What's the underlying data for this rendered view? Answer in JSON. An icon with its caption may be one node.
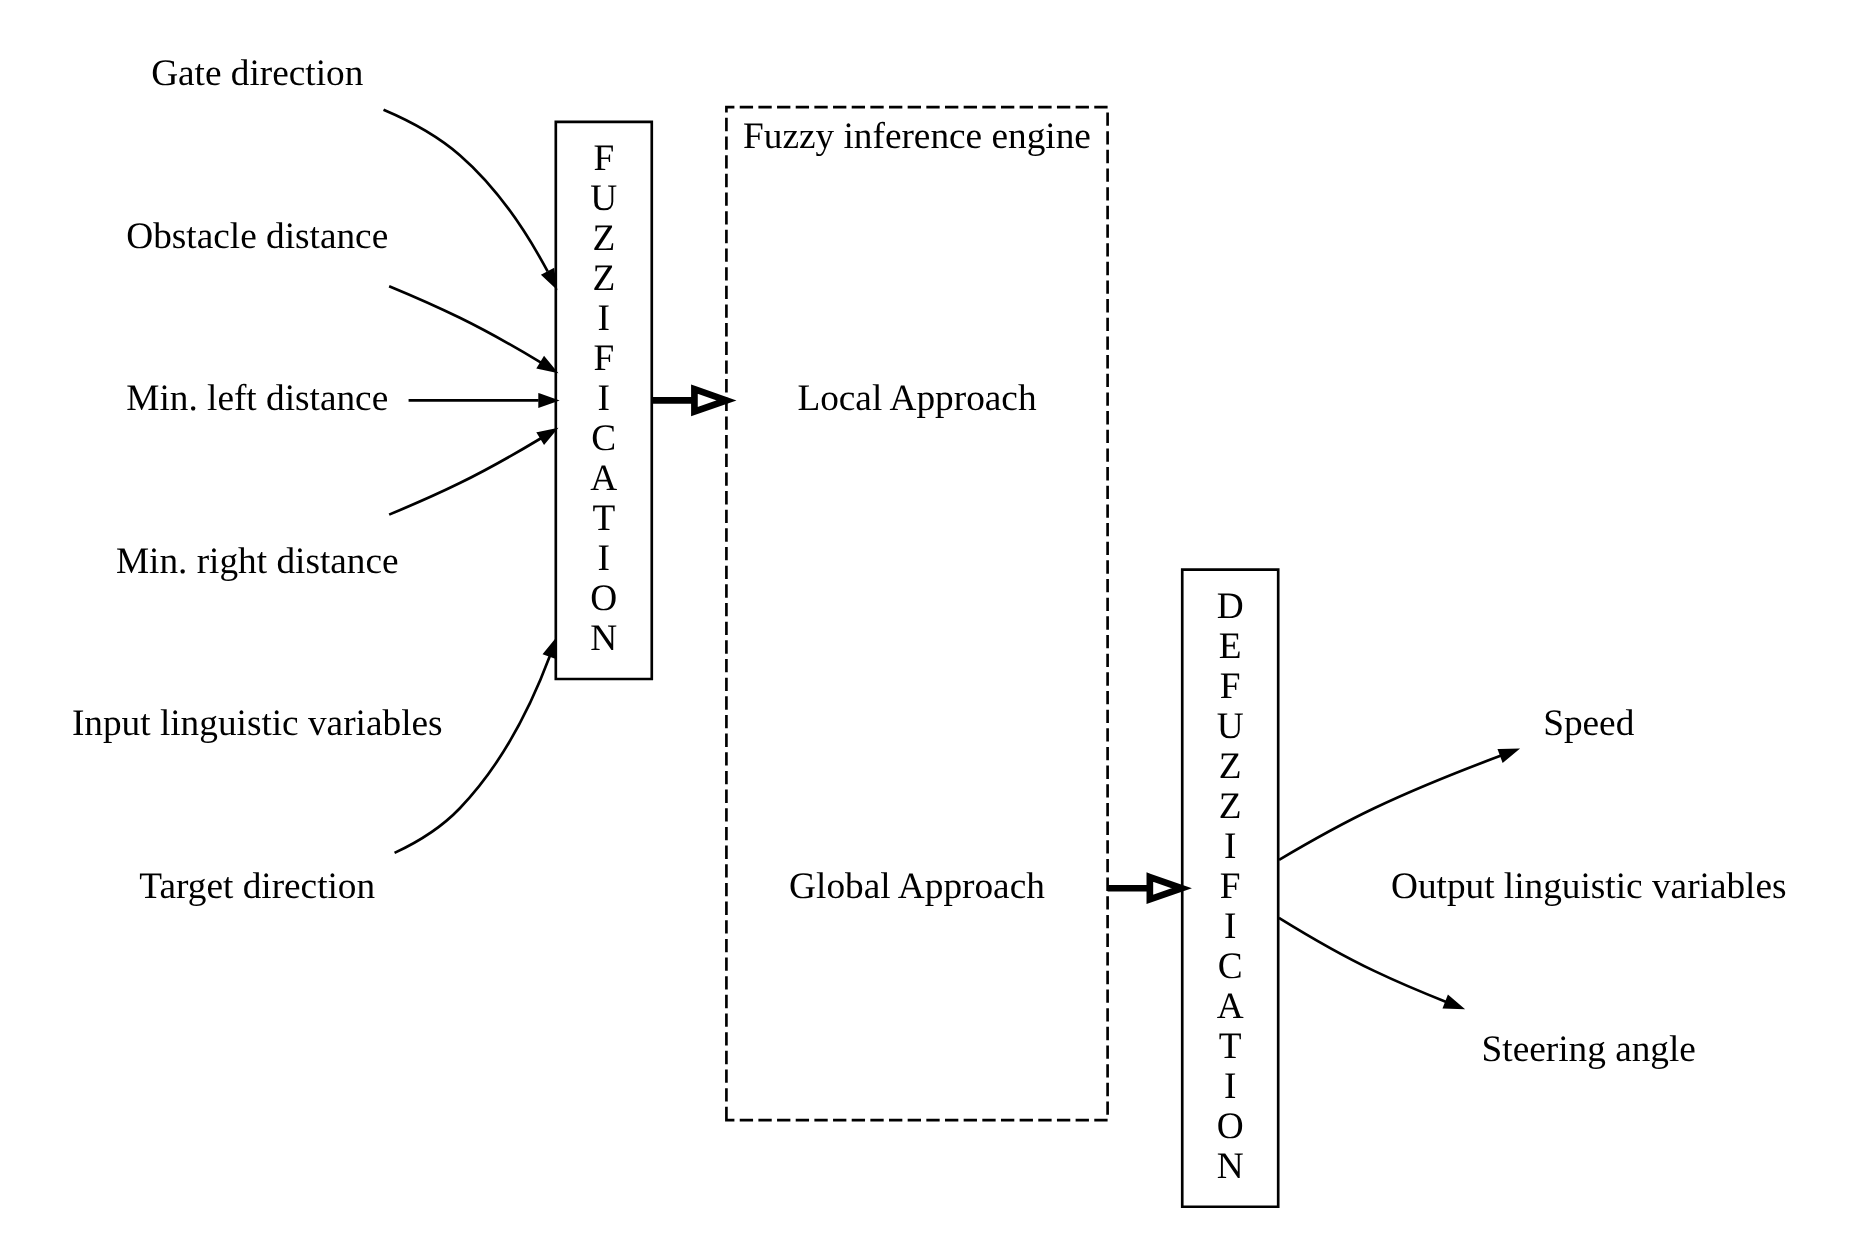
{
  "diagram": {
    "nodes": [
      {
        "text": [
          "Target direction"
        ]
      },
      {
        "text": [
          "Gate direction"
        ]
      },
      {
        "text": [
          "Obstacle distance"
        ]
      },
      {
        "text": [
          "Min. left distance"
        ]
      },
      {
        "text": [
          "Min. right distance"
        ]
      },
      {
        "text": [
          "FUZZIFICATION"
        ]
      },
      {
        "text": [
          "Fuzzy inference engine"
        ]
      },
      {
        "text": [
          "Local Approach"
        ],
        "in": 6
      },
      {
        "text": [
          "Global Approach"
        ],
        "in": 6
      },
      {
        "text": [
          "DEFUZZIFICATION"
        ]
      },
      {
        "text": [
          "Steering angle"
        ]
      },
      {
        "text": [
          "Speed"
        ]
      }
    ],
    "edges": [
      {
        "from": 0,
        "to": 5,
        "arrow": "to"
      },
      {
        "from": 1,
        "to": 5,
        "arrow": "to"
      },
      {
        "from": 2,
        "to": 5,
        "arrow": "to"
      },
      {
        "from": 3,
        "to": 5,
        "arrow": "to"
      },
      {
        "from": 4,
        "to": 5,
        "arrow": "to"
      },
      {
        "from": 5,
        "to": 6,
        "arrow": "to",
        "style": "thick"
      },
      {
        "from": 6,
        "to": 9,
        "arrow": "to",
        "style": "thick"
      },
      {
        "from": 9,
        "to": 10,
        "arrow": "to"
      },
      {
        "from": 9,
        "to": 11,
        "arrow": "to"
      }
    ],
    "labels": [
      "Input linguistic variables",
      "Output linguistic variables"
    ]
  }
}
